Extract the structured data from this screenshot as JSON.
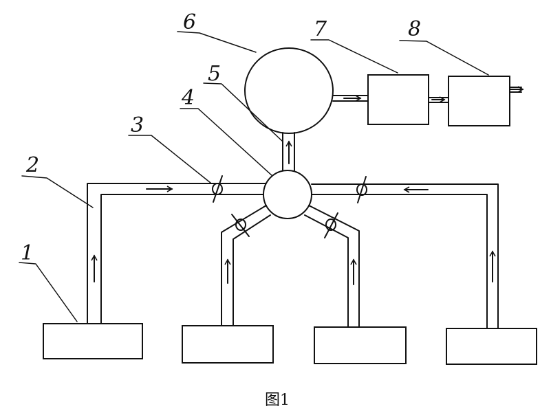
{
  "labels": {
    "n1": "1",
    "n2": "2",
    "n3": "3",
    "n4": "4",
    "n5": "5",
    "n6": "6",
    "n7": "7",
    "n8": "8"
  },
  "caption": "图1",
  "colors": {
    "ink": "#111111",
    "background": "#ffffff"
  }
}
